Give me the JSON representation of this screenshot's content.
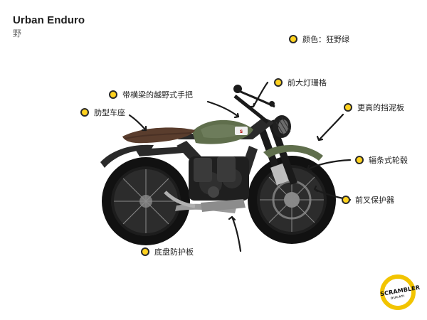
{
  "header": {
    "title": "Urban Enduro",
    "subtitle": "野"
  },
  "callouts": [
    {
      "text": "颜色：狂野绿"
    },
    {
      "text": "前大灯珊格"
    },
    {
      "text": "带横梁的越野式手把"
    },
    {
      "text": "更高的挡泥板"
    },
    {
      "text": "肋型车座"
    },
    {
      "text": "辐条式轮毂"
    },
    {
      "text": "前叉保护器"
    },
    {
      "text": "底盘防护板"
    }
  ],
  "brand": {
    "name": "SCRAMBLER",
    "tagline": "DUCATI"
  },
  "colors": {
    "accent": "#ffd21f",
    "accent_dark": "#f2c400",
    "tank_green": "#5f6e4c",
    "seat_brown": "#5a3d2d",
    "metal_dark": "#2a2a2a"
  },
  "icons": {
    "callout_dot": "yellow-dot-icon",
    "arrow": "curved-arrow-icon",
    "logo": "scrambler-logo-icon"
  }
}
